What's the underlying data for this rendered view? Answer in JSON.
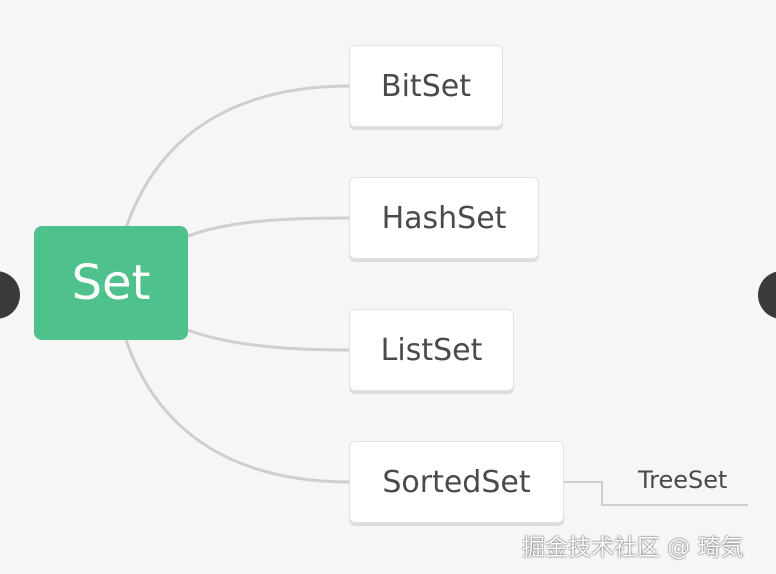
{
  "diagram": {
    "root": {
      "label": "Set",
      "color": "#4fc18c"
    },
    "children": [
      {
        "label": "BitSet"
      },
      {
        "label": "HashSet"
      },
      {
        "label": "ListSet"
      },
      {
        "label": "SortedSet",
        "children": [
          {
            "label": "TreeSet"
          }
        ]
      }
    ],
    "connector_color": "#cfcfcf",
    "handle_color": "#3a3a3a"
  },
  "watermark": {
    "text": "掘金技术社区 @ 琦気"
  }
}
